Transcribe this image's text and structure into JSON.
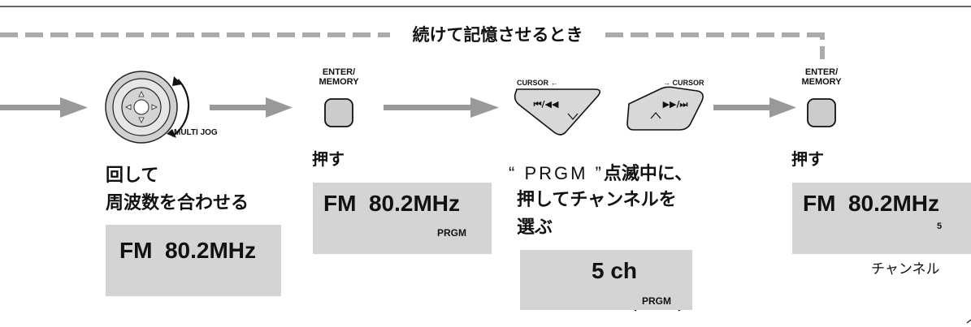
{
  "top_banner": "続けて記憶させるとき",
  "jog": {
    "label": "MULTI JOG"
  },
  "enter_label_1": "ENTER/",
  "enter_label_2": "MEMORY",
  "push": "押す",
  "step1": {
    "line1": "回して",
    "line2": "周波数を合わせる",
    "display": "FM  80.2MHz"
  },
  "step2": {
    "display": "FM  80.2MHz",
    "indicator": "PRGM"
  },
  "step3": {
    "cursor_left": "CURSOR ←",
    "cursor_right": "→ CURSOR",
    "prgm_quote": "“ PRGM ”",
    "line1_rest": "点滅中に、",
    "line2": "押してチャンネルを",
    "line3": "選ぶ",
    "display": "5 ch",
    "indicator": "PRGM"
  },
  "step4": {
    "display": "FM  80.2MHz",
    "channel_digit": "5",
    "channel_caption": "チャンネル"
  },
  "colors": {
    "lcd": "#d4d4d4",
    "arrow": "#999999",
    "dash": "#aaaaaa"
  }
}
